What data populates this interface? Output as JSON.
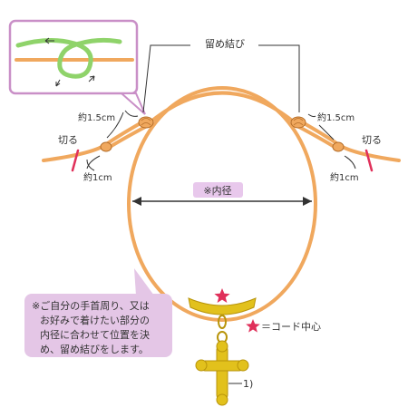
{
  "labels": {
    "knot_title": "留め結び",
    "length_left_top": "約1.5cm",
    "length_left_bottom": "約1cm",
    "length_right_top": "約1.5cm",
    "length_right_bottom": "約1cm",
    "cut_left": "切る",
    "cut_right": "切る",
    "inner_diameter": "※内径",
    "cord_center": "＝コード中心",
    "pendant_ref": "1)"
  },
  "note": {
    "line1": "※ご自分の手首周り、又は",
    "line2": "お好みで着けたい部分の",
    "line3": "内径に合わせて位置を決",
    "line4": "め、留め結びをします。"
  },
  "colors": {
    "cord": "#f0a85e",
    "cord_dark": "#d9883a",
    "knot_inset_cord": "#8fd36a",
    "inset_border": "#c98fc7",
    "callout_bg": "#e4c6e6",
    "label_bg": "#e8c8ec",
    "cut_mark": "#e0305a",
    "star": "#e0305a",
    "gold": "#e2c11c",
    "gold_dark": "#b8940a"
  },
  "icons": {
    "cut_mark_left": "cut-mark-icon",
    "cut_mark_right": "cut-mark-icon",
    "star": "star-icon",
    "cross_pendant": "cross-pendant-icon"
  }
}
